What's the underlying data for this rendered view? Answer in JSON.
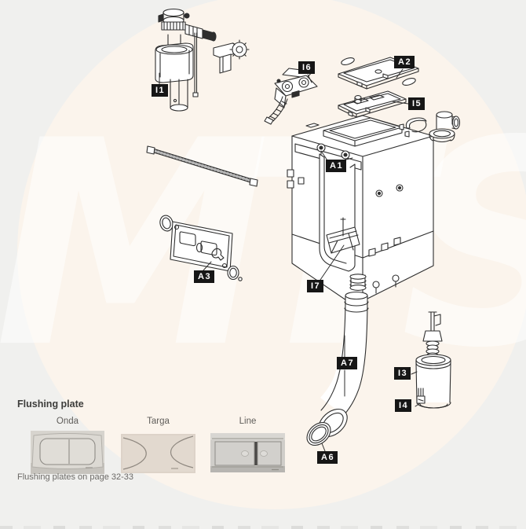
{
  "page": {
    "watermark_text": "MTS",
    "colors": {
      "background": "#f0f0ee",
      "halo": "#fbf4ec",
      "tag_background": "#161616",
      "tag_text": "#ffffff",
      "line_art": "#2e2e2e"
    }
  },
  "diagram": {
    "tags": [
      {
        "id": "I1"
      },
      {
        "id": "I6"
      },
      {
        "id": "A2"
      },
      {
        "id": "I5"
      },
      {
        "id": "A1"
      },
      {
        "id": "A3"
      },
      {
        "id": "I7"
      },
      {
        "id": "A7"
      },
      {
        "id": "I3"
      },
      {
        "id": "I4"
      },
      {
        "id": "A6"
      }
    ]
  },
  "flushing_plates": {
    "heading": "Flushing plate",
    "models": [
      {
        "name": "Onda"
      },
      {
        "name": "Targa"
      },
      {
        "name": "Line"
      }
    ],
    "footnote": "Flushing plates on page 32-33"
  }
}
